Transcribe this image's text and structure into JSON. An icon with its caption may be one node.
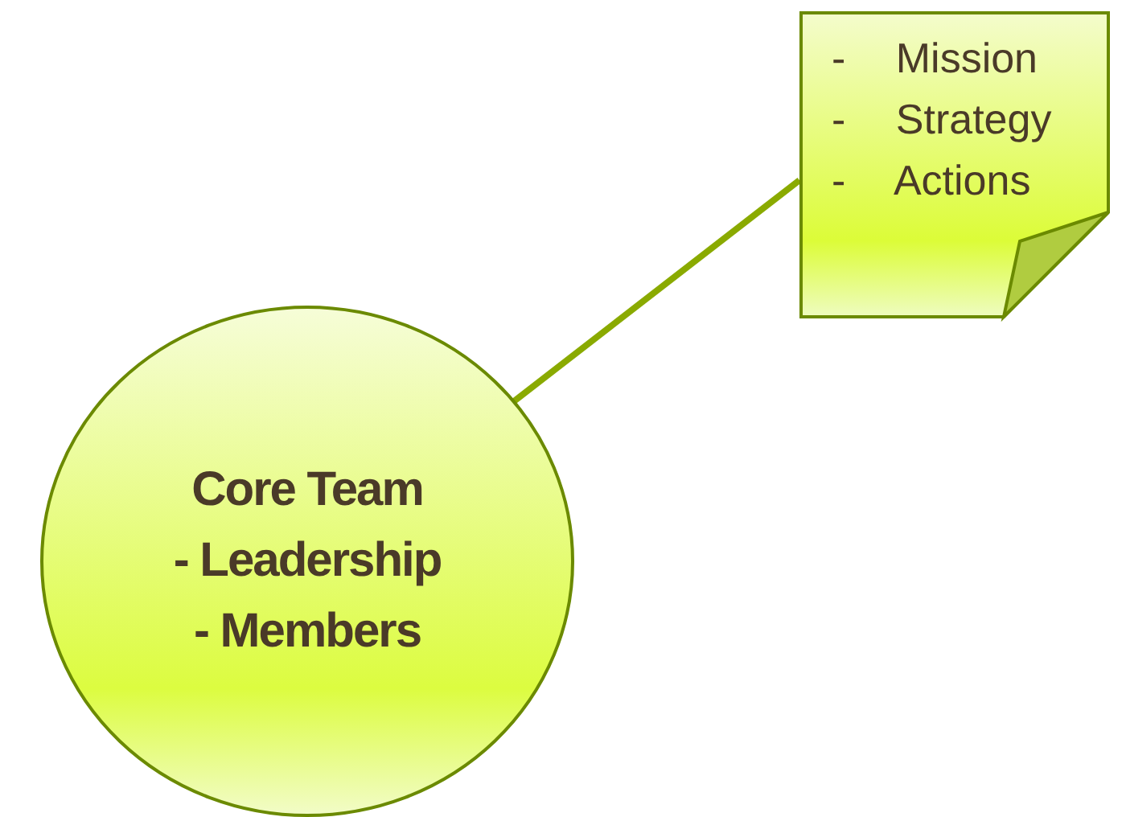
{
  "diagram": {
    "nodes": [
      {
        "text": [
          "Core Team",
          "- Leadership",
          "- Members"
        ]
      },
      {
        "text": [
          "- Mission",
          "- Strategy",
          "- Actions"
        ]
      }
    ],
    "edges": [
      {
        "from": 0,
        "to": 1,
        "arrow": "none"
      }
    ]
  }
}
